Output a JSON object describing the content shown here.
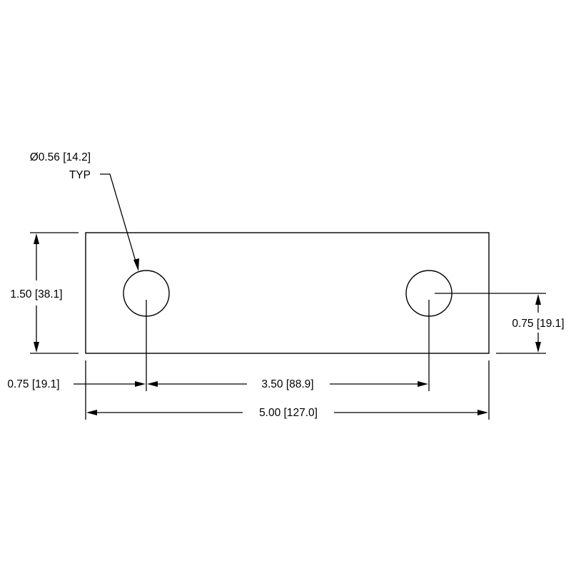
{
  "drawing": {
    "hole_callout": {
      "diameter": "Ø0.56 [14.2]",
      "qualifier": "TYP"
    },
    "dimensions": {
      "height": "1.50 [38.1]",
      "hole_height": "0.75 [19.1]",
      "hole_edge_offset": "0.75 [19.1]",
      "hole_spacing": "3.50 [88.9]",
      "overall_length": "5.00 [127.0]"
    }
  }
}
